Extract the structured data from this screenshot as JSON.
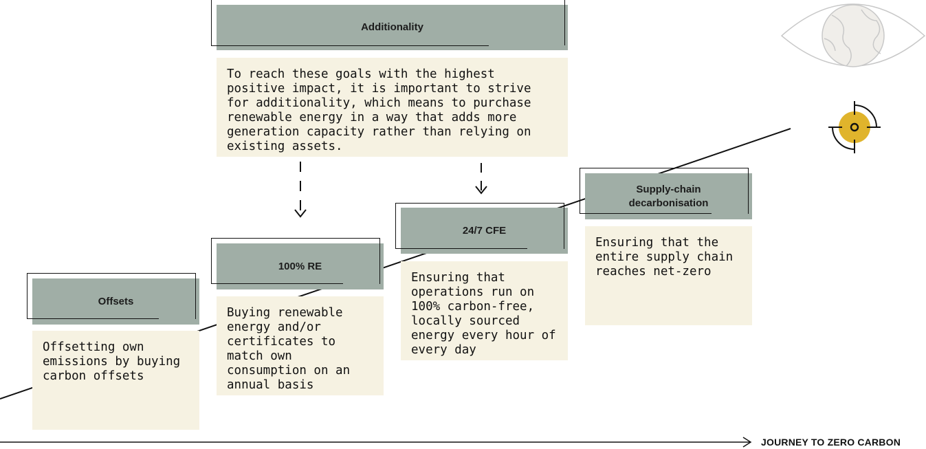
{
  "stages": [
    {
      "id": "offsets",
      "title": "Offsets",
      "body": "Offsetting own emissions by buying carbon offsets"
    },
    {
      "id": "re100",
      "title": "100% RE",
      "body": "Buying renewable energy and/or certificates to match own consumption on an annual basis"
    },
    {
      "id": "cfe247",
      "title": "24/7 CFE",
      "body": "Ensuring that operations run on 100% carbon-free, locally sourced energy every hour of every day"
    },
    {
      "id": "supply",
      "title": "Supply-chain decarbonisation",
      "body": "Ensuring that the entire supply chain reaches net-zero"
    }
  ],
  "additionality": {
    "title": "Additionality",
    "body": "To reach these goals with the highest positive impact, it is important to strive for additionality, which means to purchase renewable energy in a way that adds more generation capacity rather than relying on existing assets."
  },
  "axis": {
    "label": "JOURNEY TO ZERO CARBON"
  },
  "colors": {
    "header": "#a0aea6",
    "body": "#f6f2e2",
    "target": "#e0b42c",
    "eye": "#c8c8c8"
  },
  "icons": {
    "eye": "eye-globe-icon",
    "target": "target-icon"
  }
}
